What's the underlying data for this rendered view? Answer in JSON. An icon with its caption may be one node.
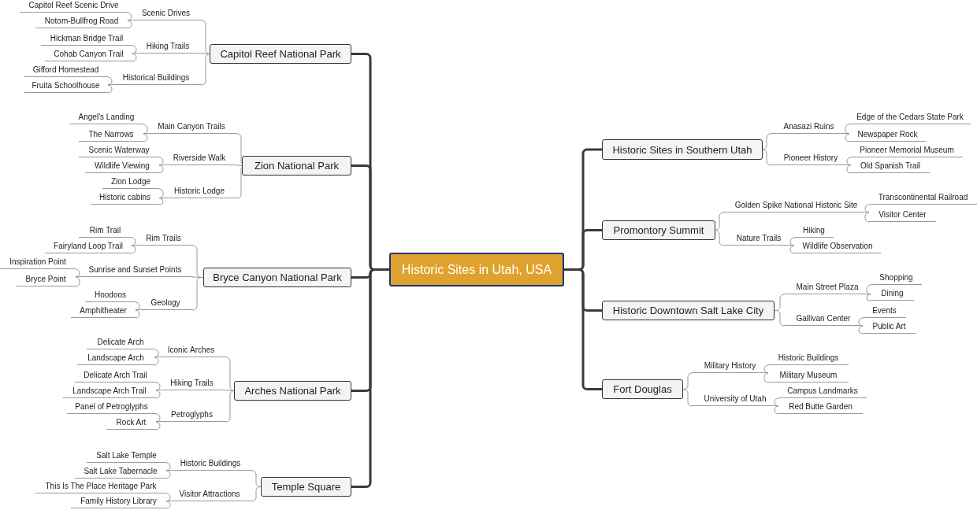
{
  "diagram": {
    "nodes": [
      {
        "text": [
          "Historic Sites in Utah, USA"
        ]
      },
      {
        "text": [
          "Capitol Reef National Park"
        ]
      },
      {
        "text": [
          "Scenic Drives"
        ]
      },
      {
        "text": [
          "Capitol Reef Scenic Drive"
        ]
      },
      {
        "text": [
          "Notom-Bullfrog Road"
        ]
      },
      {
        "text": [
          "Hiking Trails"
        ]
      },
      {
        "text": [
          "Hickman Bridge Trail"
        ]
      },
      {
        "text": [
          "Cohab Canyon Trail"
        ]
      },
      {
        "text": [
          "Historical Buildings"
        ]
      },
      {
        "text": [
          "Gifford Homestead"
        ]
      },
      {
        "text": [
          "Fruita Schoolhouse"
        ]
      },
      {
        "text": [
          "Zion National Park"
        ]
      },
      {
        "text": [
          "Main Canyon Trails"
        ]
      },
      {
        "text": [
          "Angel's Landing"
        ]
      },
      {
        "text": [
          "The Narrows"
        ]
      },
      {
        "text": [
          "Riverside Walk"
        ]
      },
      {
        "text": [
          "Scenic Waterway"
        ]
      },
      {
        "text": [
          "Wildlife Viewing"
        ]
      },
      {
        "text": [
          "Historic Lodge"
        ]
      },
      {
        "text": [
          "Zion Lodge"
        ]
      },
      {
        "text": [
          "Historic cabins"
        ]
      },
      {
        "text": [
          "Bryce Canyon National Park"
        ]
      },
      {
        "text": [
          "Rim Trails"
        ]
      },
      {
        "text": [
          "Rim Trail"
        ]
      },
      {
        "text": [
          "Fairyland Loop Trail"
        ]
      },
      {
        "text": [
          "Sunrise and Sunset Points"
        ]
      },
      {
        "text": [
          "Inspiration Point"
        ]
      },
      {
        "text": [
          "Bryce Point"
        ]
      },
      {
        "text": [
          "Geology"
        ]
      },
      {
        "text": [
          "Hoodoos"
        ]
      },
      {
        "text": [
          "Amphitheater"
        ]
      },
      {
        "text": [
          "Arches National Park"
        ]
      },
      {
        "text": [
          "Iconic Arches"
        ]
      },
      {
        "text": [
          "Delicate Arch"
        ]
      },
      {
        "text": [
          "Landscape Arch"
        ]
      },
      {
        "text": [
          "Hiking Trails"
        ]
      },
      {
        "text": [
          "Delicate Arch Trail"
        ]
      },
      {
        "text": [
          "Landscape Arch Trail"
        ]
      },
      {
        "text": [
          "Petroglyphs"
        ]
      },
      {
        "text": [
          "Panel of Petroglyphs"
        ]
      },
      {
        "text": [
          "Rock Art"
        ]
      },
      {
        "text": [
          "Temple Square"
        ]
      },
      {
        "text": [
          "Historic Buildings"
        ]
      },
      {
        "text": [
          "Salt Lake Temple"
        ]
      },
      {
        "text": [
          "Salt Lake Tabernacle"
        ]
      },
      {
        "text": [
          "Visitor Attractions"
        ]
      },
      {
        "text": [
          "This Is The Place Heritage Park"
        ]
      },
      {
        "text": [
          "Family History Library"
        ]
      },
      {
        "text": [
          "Historic Sites in Southern Utah"
        ]
      },
      {
        "text": [
          "Anasazi Ruins"
        ]
      },
      {
        "text": [
          "Edge of the Cedars State Park"
        ]
      },
      {
        "text": [
          "Newspaper Rock"
        ]
      },
      {
        "text": [
          "Pioneer History"
        ]
      },
      {
        "text": [
          "Pioneer Memorial Museum"
        ]
      },
      {
        "text": [
          "Old Spanish Trail"
        ]
      },
      {
        "text": [
          "Promontory Summit"
        ]
      },
      {
        "text": [
          "Golden Spike National Historic Site"
        ]
      },
      {
        "text": [
          "Transcontinental Railroad"
        ]
      },
      {
        "text": [
          "Visitor Center"
        ]
      },
      {
        "text": [
          "Nature Trails"
        ]
      },
      {
        "text": [
          "Hiking"
        ]
      },
      {
        "text": [
          "Wildlife Observation"
        ]
      },
      {
        "text": [
          "Historic Downtown Salt Lake City"
        ]
      },
      {
        "text": [
          "Main Street Plaza"
        ]
      },
      {
        "text": [
          "Shopping"
        ]
      },
      {
        "text": [
          "Dining"
        ]
      },
      {
        "text": [
          "Gallivan Center"
        ]
      },
      {
        "text": [
          "Events"
        ]
      },
      {
        "text": [
          "Public Art"
        ]
      },
      {
        "text": [
          "Fort Douglas"
        ]
      },
      {
        "text": [
          "Military History"
        ]
      },
      {
        "text": [
          "Historic Buildings"
        ]
      },
      {
        "text": [
          "Military Museum"
        ]
      },
      {
        "text": [
          "University of Utah"
        ]
      },
      {
        "text": [
          "Campus Landmarks"
        ]
      },
      {
        "text": [
          "Red Butte Garden"
        ]
      }
    ],
    "edges": [
      {
        "from": 0,
        "to": 1,
        "arrow": "none",
        "style": "thick",
        "color": "#3a3a3a"
      },
      {
        "from": 1,
        "to": 2,
        "arrow": "none"
      },
      {
        "from": 2,
        "to": 3,
        "arrow": "none"
      },
      {
        "from": 2,
        "to": 4,
        "arrow": "none"
      },
      {
        "from": 1,
        "to": 5,
        "arrow": "none"
      },
      {
        "from": 5,
        "to": 6,
        "arrow": "none"
      },
      {
        "from": 5,
        "to": 7,
        "arrow": "none"
      },
      {
        "from": 1,
        "to": 8,
        "arrow": "none"
      },
      {
        "from": 8,
        "to": 9,
        "arrow": "none"
      },
      {
        "from": 8,
        "to": 10,
        "arrow": "none"
      },
      {
        "from": 0,
        "to": 11,
        "arrow": "none",
        "style": "thick",
        "color": "#3a3a3a"
      },
      {
        "from": 11,
        "to": 12,
        "arrow": "none"
      },
      {
        "from": 12,
        "to": 13,
        "arrow": "none"
      },
      {
        "from": 12,
        "to": 14,
        "arrow": "none"
      },
      {
        "from": 11,
        "to": 15,
        "arrow": "none"
      },
      {
        "from": 15,
        "to": 16,
        "arrow": "none"
      },
      {
        "from": 15,
        "to": 17,
        "arrow": "none"
      },
      {
        "from": 11,
        "to": 18,
        "arrow": "none"
      },
      {
        "from": 18,
        "to": 19,
        "arrow": "none"
      },
      {
        "from": 18,
        "to": 20,
        "arrow": "none"
      },
      {
        "from": 0,
        "to": 21,
        "arrow": "none",
        "style": "thick",
        "color": "#3a3a3a"
      },
      {
        "from": 21,
        "to": 22,
        "arrow": "none"
      },
      {
        "from": 22,
        "to": 23,
        "arrow": "none"
      },
      {
        "from": 22,
        "to": 24,
        "arrow": "none"
      },
      {
        "from": 21,
        "to": 25,
        "arrow": "none"
      },
      {
        "from": 25,
        "to": 26,
        "arrow": "none"
      },
      {
        "from": 25,
        "to": 27,
        "arrow": "none"
      },
      {
        "from": 21,
        "to": 28,
        "arrow": "none"
      },
      {
        "from": 28,
        "to": 29,
        "arrow": "none"
      },
      {
        "from": 28,
        "to": 30,
        "arrow": "none"
      },
      {
        "from": 0,
        "to": 31,
        "arrow": "none",
        "style": "thick",
        "color": "#3a3a3a"
      },
      {
        "from": 31,
        "to": 32,
        "arrow": "none"
      },
      {
        "from": 32,
        "to": 33,
        "arrow": "none"
      },
      {
        "from": 32,
        "to": 34,
        "arrow": "none"
      },
      {
        "from": 31,
        "to": 35,
        "arrow": "none"
      },
      {
        "from": 35,
        "to": 36,
        "arrow": "none"
      },
      {
        "from": 35,
        "to": 37,
        "arrow": "none"
      },
      {
        "from": 31,
        "to": 38,
        "arrow": "none"
      },
      {
        "from": 38,
        "to": 39,
        "arrow": "none"
      },
      {
        "from": 38,
        "to": 40,
        "arrow": "none"
      },
      {
        "from": 0,
        "to": 41,
        "arrow": "none",
        "style": "thick",
        "color": "#3a3a3a"
      },
      {
        "from": 41,
        "to": 42,
        "arrow": "none"
      },
      {
        "from": 42,
        "to": 43,
        "arrow": "none"
      },
      {
        "from": 42,
        "to": 44,
        "arrow": "none"
      },
      {
        "from": 41,
        "to": 45,
        "arrow": "none"
      },
      {
        "from": 45,
        "to": 46,
        "arrow": "none"
      },
      {
        "from": 45,
        "to": 47,
        "arrow": "none"
      },
      {
        "from": 0,
        "to": 48,
        "arrow": "none",
        "style": "thick",
        "color": "#3a3a3a"
      },
      {
        "from": 48,
        "to": 49,
        "arrow": "none"
      },
      {
        "from": 49,
        "to": 50,
        "arrow": "none"
      },
      {
        "from": 49,
        "to": 51,
        "arrow": "none"
      },
      {
        "from": 48,
        "to": 52,
        "arrow": "none"
      },
      {
        "from": 52,
        "to": 53,
        "arrow": "none"
      },
      {
        "from": 52,
        "to": 54,
        "arrow": "none"
      },
      {
        "from": 0,
        "to": 55,
        "arrow": "none",
        "style": "thick",
        "color": "#3a3a3a"
      },
      {
        "from": 55,
        "to": 56,
        "arrow": "none"
      },
      {
        "from": 56,
        "to": 57,
        "arrow": "none"
      },
      {
        "from": 56,
        "to": 58,
        "arrow": "none"
      },
      {
        "from": 55,
        "to": 59,
        "arrow": "none"
      },
      {
        "from": 59,
        "to": 60,
        "arrow": "none"
      },
      {
        "from": 59,
        "to": 61,
        "arrow": "none"
      },
      {
        "from": 0,
        "to": 62,
        "arrow": "none",
        "style": "thick",
        "color": "#3a3a3a"
      },
      {
        "from": 62,
        "to": 63,
        "arrow": "none"
      },
      {
        "from": 63,
        "to": 64,
        "arrow": "none"
      },
      {
        "from": 63,
        "to": 65,
        "arrow": "none"
      },
      {
        "from": 62,
        "to": 66,
        "arrow": "none"
      },
      {
        "from": 66,
        "to": 67,
        "arrow": "none"
      },
      {
        "from": 66,
        "to": 68,
        "arrow": "none"
      },
      {
        "from": 0,
        "to": 69,
        "arrow": "none",
        "style": "thick",
        "color": "#3a3a3a"
      },
      {
        "from": 69,
        "to": 70,
        "arrow": "none"
      },
      {
        "from": 70,
        "to": 71,
        "arrow": "none"
      },
      {
        "from": 70,
        "to": 72,
        "arrow": "none"
      },
      {
        "from": 69,
        "to": 73,
        "arrow": "none"
      },
      {
        "from": 73,
        "to": 74,
        "arrow": "none"
      },
      {
        "from": 73,
        "to": 75,
        "arrow": "none"
      }
    ]
  }
}
